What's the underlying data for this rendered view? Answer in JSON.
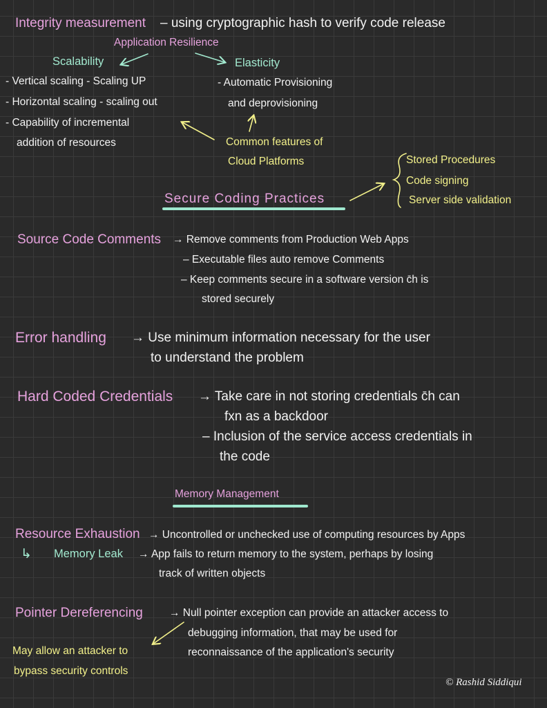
{
  "colors": {
    "background": "#2a2a2a",
    "grid": "#3a3a3a",
    "pink": "#e6a2dd",
    "teal": "#a3ead0",
    "yellow": "#f2f08a",
    "white": "#f2f2f2"
  },
  "integrity": {
    "term": "Integrity measurement",
    "definition": "– using cryptographic hash to verify code release"
  },
  "resilience": {
    "title": "Application Resilience",
    "scalability": {
      "title": "Scalability",
      "items": [
        "- Vertical scaling - Scaling UP",
        "- Horizontal scaling - scaling out",
        "- Capability of incremental",
        "addition of resources"
      ]
    },
    "elasticity": {
      "title": "Elasticity",
      "items": [
        "- Automatic Provisioning",
        "and deprovisioning"
      ]
    },
    "note": [
      "Common features of",
      "Cloud Platforms"
    ]
  },
  "secure_coding": {
    "title": "Secure Coding Practices",
    "items": [
      "Stored Procedures",
      "Code signing",
      "Server side validation"
    ]
  },
  "source_code_comments": {
    "term": "Source Code Comments",
    "lines": [
      "→ Remove comments from Production Web Apps",
      "– Executable files auto remove Comments",
      "– Keep comments secure in a software version c̄h is",
      "stored securely"
    ]
  },
  "error_handling": {
    "term": "Error handling",
    "lines": [
      "→ Use minimum information necessary for the user",
      "to understand the problem"
    ]
  },
  "hard_coded": {
    "term": "Hard Coded Credentials",
    "lines": [
      "→ Take care in not storing credentials c̄h can",
      "fxn as a backdoor",
      "– Inclusion of the service access credentials in",
      "the code"
    ]
  },
  "memory": {
    "title": "Memory Management",
    "exhaustion": {
      "term": "Resource Exhaustion",
      "line": "→ Uncontrolled or unchecked use of computing resources by Apps"
    },
    "leak": {
      "hook": "↳",
      "term": "Memory Leak",
      "lines": [
        "→ App fails to return memory to the system, perhaps by losing",
        "track of written objects"
      ]
    },
    "pointer": {
      "term": "Pointer Dereferencing",
      "lines": [
        "→ Null pointer exception can provide an attacker access to",
        "debugging information, that may be used for",
        "reconnaissance of the application's security"
      ],
      "note": [
        "May allow an attacker to",
        "bypass security controls"
      ]
    }
  },
  "signature": "© Rashid Siddiqui"
}
